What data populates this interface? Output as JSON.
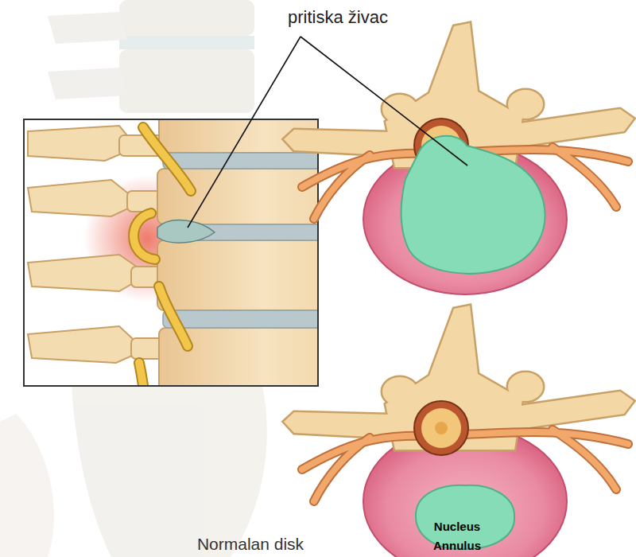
{
  "diagram": {
    "labels": [
      "pritiska živac",
      "Nucleus",
      "Annulus",
      "Normalan disk"
    ]
  }
}
